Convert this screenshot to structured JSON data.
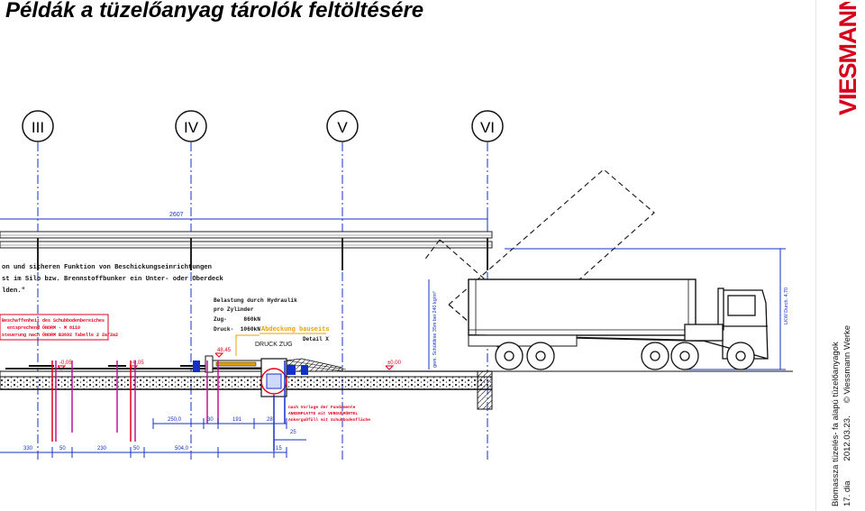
{
  "title": "Példák a tüzelőanyag tárolók feltöltésére",
  "axes": [
    "III",
    "IV",
    "V",
    "VI"
  ],
  "dims": {
    "top": "2607",
    "d1": "250,0",
    "d2": "30",
    "d3": "191",
    "d4": "28",
    "b1": "330",
    "b2": "50",
    "b3": "230",
    "b4": "50",
    "b5": "504,0",
    "b6": "15",
    "b7": "25",
    "lvl1": "-0,05",
    "lvl2": "-0,05",
    "lvl3": "-0,05",
    "lvl4": "±0,00",
    "lvl5": "48,45"
  },
  "notes": {
    "line1": "on und sicheren Funktion von Beschickungseinrichtungen",
    "line2": "st im Silo bzw. Brennstoffbunker ein Unter- oder Oberdeck",
    "line3": "lden.\"",
    "red1": "Beschaffenheit des Schubbodenbereiches",
    "red2": "entsprechend ÖNORM - M 8110",
    "red3": "steuerung nach ÖNORM B3692 Tabelle 2 2a/2a2",
    "hyd1": "Belastung durch Hydraulik",
    "hyd2": "pro Zylinder",
    "hyd3": "Zug-     860kN",
    "hyd4": "Druck-  1060kN",
    "cover": "Abdeckung bauseits",
    "druckzug": "DRUCK ZUG",
    "detail": "Detail X",
    "found1": "nach Vorlage der Fundamente",
    "found2": "ANKERPLATTE mit VERGUßMÖRTEL",
    "found3": "Ankergußfüll mit Schubbodenfläche",
    "vert1": "gem. Schüttlinie 35m bei 240 kg/m³",
    "vert2": "LKW Durch. 4,70"
  },
  "logo": {
    "text": "VIESMANN",
    "color": "#d5001c"
  },
  "footer": {
    "line1": "Biomassza tüzelés- fa alapú tüzelőanyagok",
    "slide": "17. dia",
    "date": "2012.03.23.",
    "copyright": "© Viessmann Werke"
  },
  "colors": {
    "blue": "#1530c8",
    "red": "#e3001b",
    "magenta": "#c0149a",
    "orange": "#e8a000"
  }
}
